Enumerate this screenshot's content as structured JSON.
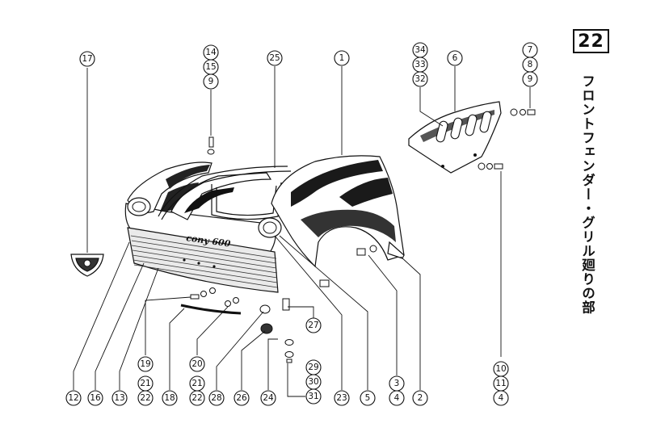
{
  "page": {
    "number": "22",
    "title": "フロントフェンダー・グリル廻りの部"
  },
  "emblem_text": "cony 600",
  "callouts": [
    {
      "label": "1"
    },
    {
      "label": "2"
    },
    {
      "label": "3"
    },
    {
      "label": "4"
    },
    {
      "label": "4"
    },
    {
      "label": "5"
    },
    {
      "label": "6"
    },
    {
      "label": "7"
    },
    {
      "label": "8"
    },
    {
      "label": "9"
    },
    {
      "label": "9"
    },
    {
      "label": "10"
    },
    {
      "label": "11"
    },
    {
      "label": "12"
    },
    {
      "label": "13"
    },
    {
      "label": "14"
    },
    {
      "label": "15"
    },
    {
      "label": "16"
    },
    {
      "label": "17"
    },
    {
      "label": "18"
    },
    {
      "label": "19"
    },
    {
      "label": "20"
    },
    {
      "label": "21"
    },
    {
      "label": "21"
    },
    {
      "label": "22"
    },
    {
      "label": "22"
    },
    {
      "label": "23"
    },
    {
      "label": "24"
    },
    {
      "label": "25"
    },
    {
      "label": "26"
    },
    {
      "label": "27"
    },
    {
      "label": "28"
    },
    {
      "label": "29"
    },
    {
      "label": "30"
    },
    {
      "label": "31"
    },
    {
      "label": "32"
    },
    {
      "label": "33"
    },
    {
      "label": "34"
    }
  ]
}
